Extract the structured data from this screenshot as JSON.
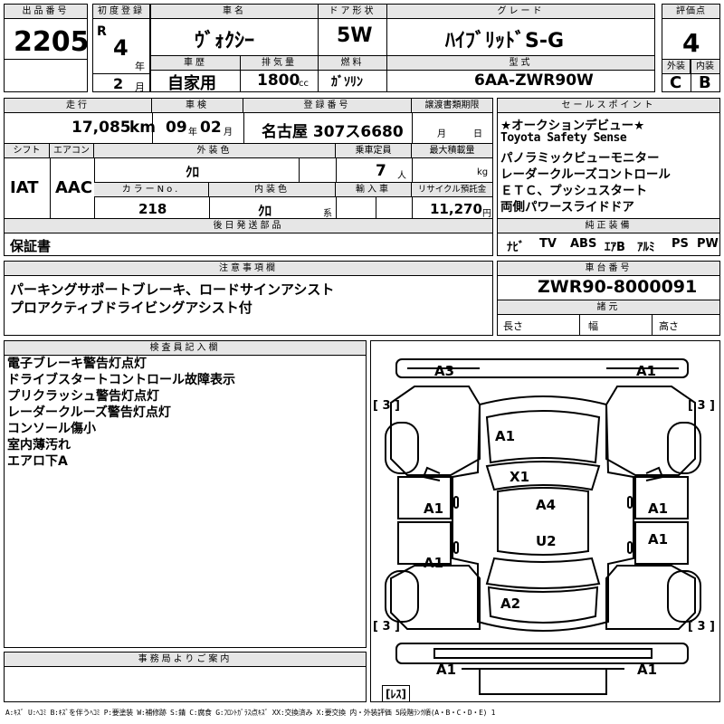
{
  "header": {
    "lot_label": "出品番号",
    "lot": "2205",
    "first_reg_label": "初度登録",
    "era": "R",
    "year": "4",
    "year_unit": "年",
    "month": "2",
    "month_unit": "月",
    "name_label": "車名",
    "name": "ｳﾞｫｸｼｰ",
    "door_label": "ドア形状",
    "door": "5W",
    "grade_label": "グレード",
    "grade": "ﾊｲﾌﾞﾘｯﾄﾞS-G",
    "score_label": "評価点",
    "score": "4",
    "history_label": "車歴",
    "history": "自家用",
    "displacement_label": "排気量",
    "displacement": "1800",
    "displacement_unit": "cc",
    "fuel_label": "燃料",
    "fuel": "ｶﾞｿﾘﾝ",
    "model_label": "型式",
    "model": "6AA-ZWR90W",
    "ext_label": "外装",
    "ext_grade": "C",
    "int_label": "内装",
    "int_grade": "B"
  },
  "specs": {
    "mileage_label": "走行",
    "mileage": "17,085",
    "mileage_unit": "km",
    "inspection_label": "車検",
    "insp_year": "09",
    "insp_year_unit": "年",
    "insp_month": "02",
    "insp_month_unit": "月",
    "plate_label": "登録番号",
    "plate": "名古屋 307ス6680",
    "transfer_label": "譲渡書類期限",
    "transfer_month": "月",
    "transfer_day": "日",
    "shift_label": "シフト",
    "shift": "IAT",
    "ac_label": "エアコン",
    "ac": "AAC",
    "color_label": "外装色",
    "color": "ｸﾛ",
    "capacity_label": "乗車定員",
    "capacity": "7",
    "capacity_unit": "人",
    "load_label": "最大積載量",
    "load_unit": "kg",
    "color_no_label": "カラーNo.",
    "color_no": "218",
    "int_color_label": "内装色",
    "int_color": "ｸﾛ",
    "int_color_unit": "系",
    "import_label": "輸入車",
    "recycle_label": "リサイクル預託金",
    "recycle": "11,270",
    "recycle_unit": "円",
    "later_label": "後日発送部品",
    "later": "保証書"
  },
  "sales": {
    "label": "セールスポイント",
    "items": [
      "★オークションデビュー★",
      "Toyota Safety Sense",
      "パノラミックビューモニター",
      "レーダークルーズコントロール",
      "ＥＴＣ、プッシュスタート",
      "両側パワースライドドア"
    ],
    "equip_label": "純正装備",
    "equip": [
      "ﾅﾋﾞ",
      "TV",
      "ABS",
      "ｴｱB",
      "ｱﾙﾐ",
      "PS",
      "PW"
    ]
  },
  "notes": {
    "label": "注意事項欄",
    "lines": [
      "パーキングサポートブレーキ、ロードサインアシスト",
      "プロアクティブドライビングアシスト付"
    ]
  },
  "chassis": {
    "label": "車台番号",
    "number": "ZWR90-8000091",
    "dims_label": "諸元",
    "length": "長さ",
    "width": "幅",
    "height": "高さ"
  },
  "inspector": {
    "label": "検査員記入欄",
    "lines": [
      "電子ブレーキ警告灯点灯",
      "ドライブスタートコントロール故障表示",
      "プリクラッシュ警告灯点灯",
      "レーダークルーズ警告灯点灯",
      "コンソール傷小",
      "室内薄汚れ",
      "エアロ下A"
    ]
  },
  "office": {
    "label": "事務局よりご案内"
  },
  "diagram": {
    "marks": {
      "a3_front_left": "A3",
      "a1_front_right": "A1",
      "tire_fl": "[ 3 ]",
      "tire_fr": "[ 3 ]",
      "hood": "A1",
      "windshield": "X1",
      "door_fl": "A1",
      "door_fr": "A1",
      "roof_front": "A4",
      "door_rl": "A1",
      "door_rr": "A1",
      "roof_rear": "U2",
      "tailgate": "A2",
      "tire_rl": "[ 3 ]",
      "tire_rr": "[ 3 ]",
      "rear_left": "A1",
      "rear_right": "A1",
      "spare": "[ﾚｽ]"
    }
  },
  "legend": "A:ｷｽﾞ U:ﾍｺﾐ B:ｷｽﾞを伴うﾍｺﾐ P:要塗装 W:補修跡 S:錆 C:腐食 G:ﾌﾛﾝﾄｶﾞﾗｽ点ｷｽﾞ XX:交換済み X:要交換 内・外装評価 5段階ﾗﾝｸ順(A・B・C・D・E) 1"
}
